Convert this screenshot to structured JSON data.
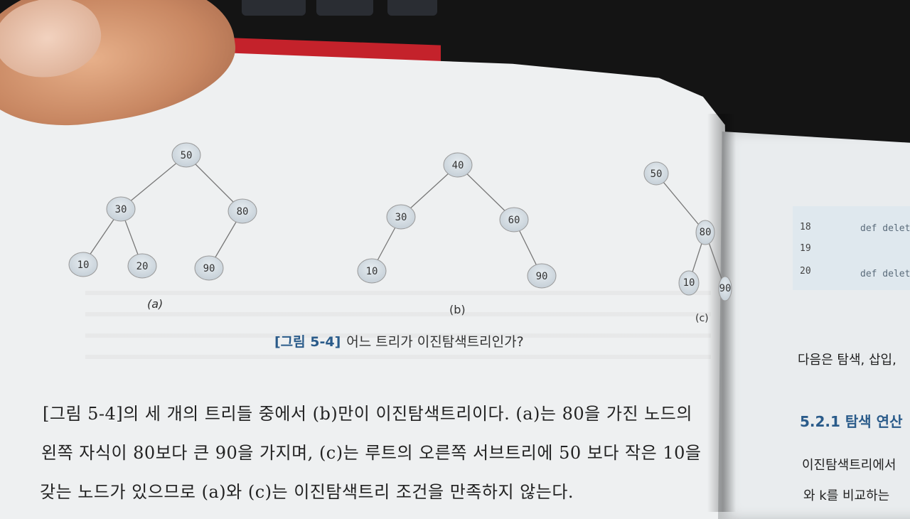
{
  "figure": {
    "trees": [
      {
        "id": "a",
        "label": "(a)",
        "nodes": [
          "50",
          "30",
          "80",
          "10",
          "20",
          "90"
        ]
      },
      {
        "id": "b",
        "label": "(b)",
        "nodes": [
          "40",
          "30",
          "60",
          "10",
          "90"
        ]
      },
      {
        "id": "c",
        "label": "(c)",
        "nodes": [
          "50",
          "80",
          "10",
          "90"
        ]
      }
    ],
    "caption_tag": "[그림 5-4]",
    "caption_text": "어느 트리가 이진탐색트리인가?"
  },
  "paragraph": {
    "line1": "[그림 5-4]의 세 개의 트리들 중에서 (b)만이 이진탐색트리이다. (a)는 80을 가진 노드의",
    "line2": "왼쪽 자식이 80보다 큰 90을 가지며, (c)는 루트의 오른쪽 서브트리에 50 보다 작은 10을",
    "line3": "갖는 노드가 있으므로 (a)와 (c)는 이진탐색트리 조건을 만족하지 않는다."
  },
  "right_page": {
    "code_lines": [
      {
        "num": "18",
        "text": "def delete"
      },
      {
        "num": "19",
        "text": ""
      },
      {
        "num": "20",
        "text": "def delet"
      }
    ],
    "text1": "다음은 탐색, 삽입,",
    "section_title": "5.2.1 탐색 연산",
    "text2": "이진탐색트리에서",
    "text3": "와 k를 비교하는"
  },
  "colors": {
    "page": "#eef0f1",
    "node_fill": "#d5dde3",
    "caption_accent": "#2a5b8a",
    "book_cover": "#c4222b"
  }
}
